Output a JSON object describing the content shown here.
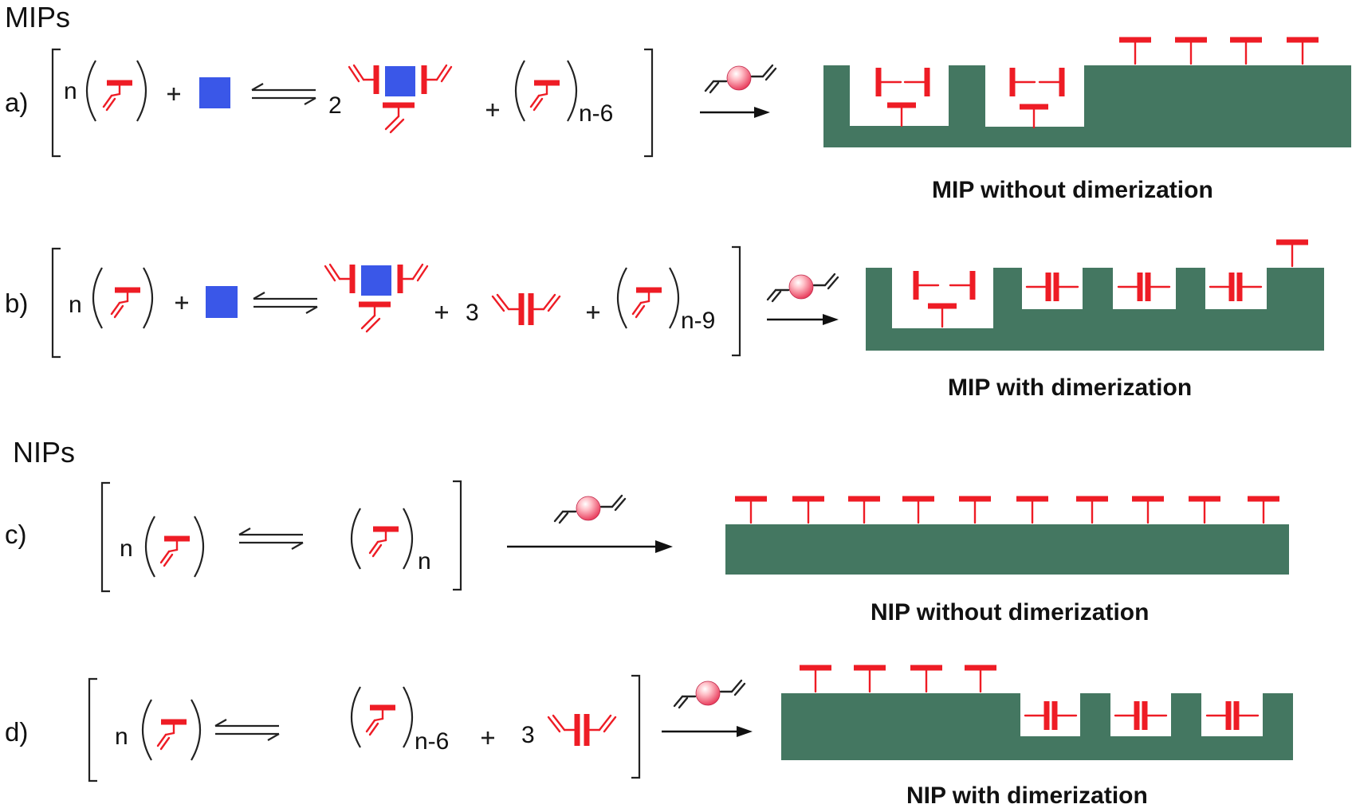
{
  "headings": {
    "mips": "MIPs",
    "nips": "NIPs"
  },
  "rows": {
    "a": {
      "label": "a)",
      "coef_n": "n",
      "coef_2": "2",
      "sub_n6": "n-6",
      "plus": "+",
      "caption": "MIP without dimerization"
    },
    "b": {
      "label": "b)",
      "coef_n": "n",
      "coef_3": "3",
      "sub_n9": "n-9",
      "plus": "+",
      "caption": "MIP with dimerization"
    },
    "c": {
      "label": "c)",
      "coef_n": "n",
      "sub_n": "n",
      "caption": "NIP without dimerization"
    },
    "d": {
      "label": "d)",
      "coef_n": "n",
      "coef_3": "3",
      "sub_n6": "n-6",
      "plus": "+",
      "caption": "NIP with dimerization"
    }
  },
  "icons": {
    "functional_monomer": "red-t-shaped-monomer-icon",
    "template": "blue-square-template-icon",
    "dimer": "red-double-bar-dimer-icon",
    "crosslinker": "crosslinker-with-pink-sphere-icon",
    "polymer_block": "green-polymer-substrate"
  },
  "colors": {
    "monomer_red": "#ee1c25",
    "template_blue": "#3a57e8",
    "polymer_green": "#447761",
    "crosslinker_pink": "#f2647a"
  }
}
